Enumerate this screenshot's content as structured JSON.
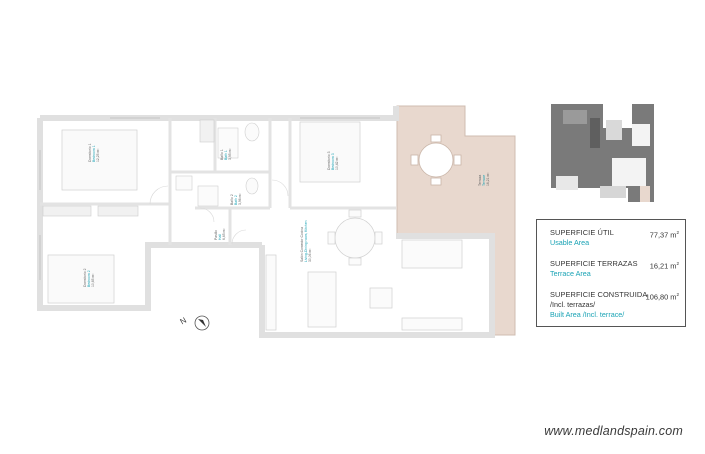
{
  "rooms": {
    "bed1": {
      "name": "Dormitorio 1",
      "en": "Bedroom 1",
      "area": "12,25 m²"
    },
    "bed2": {
      "name": "Dormitorio 2",
      "en": "Bedroom 2",
      "area": "10,65 m²"
    },
    "bed3": {
      "name": "Dormitorio 3",
      "en": "Bedroom 3",
      "area": "10,42 m²"
    },
    "bath1": {
      "name": "Baño 1",
      "en": "Bath 1",
      "area": "3,95 m²"
    },
    "bath2": {
      "name": "Baño 2",
      "en": "Bath 2",
      "area": "3,96 m²"
    },
    "hall": {
      "name": "Pasillo",
      "en": "Hall",
      "area": "6,65 m²"
    },
    "living": {
      "name": "Salón Comedor Cocina",
      "en": "Living-Dining room, Kitchen",
      "area": "30,06 m²"
    },
    "terrace": {
      "name": "Terraza",
      "en": "Terrace",
      "area": "16,21 m²"
    }
  },
  "compass": {
    "letter": "N"
  },
  "legend": {
    "usable": {
      "label": "SUPERFICIE ÚTIL",
      "sub": "Usable Area",
      "value": "77,37 m",
      "unit_sup": "2"
    },
    "terraces": {
      "label": "SUPERFICIE TERRAZAS",
      "sub": "Terrace Area",
      "value": "16,21 m",
      "unit_sup": "2"
    },
    "built": {
      "label": "SUPERFICIE CONSTRUIDA",
      "sub_line1": "/Incl. terrazas/",
      "sub_line2": "Built Area /Incl. terrace/",
      "value": "106,80 m",
      "unit_sup": "2"
    }
  },
  "watermark": "www.medlandspain.com",
  "colors": {
    "terrace_fill": "#e8d8ce",
    "wall": "#e6e6e6",
    "accent": "#1aa3b5",
    "building_plan": "#7a7a7a"
  }
}
